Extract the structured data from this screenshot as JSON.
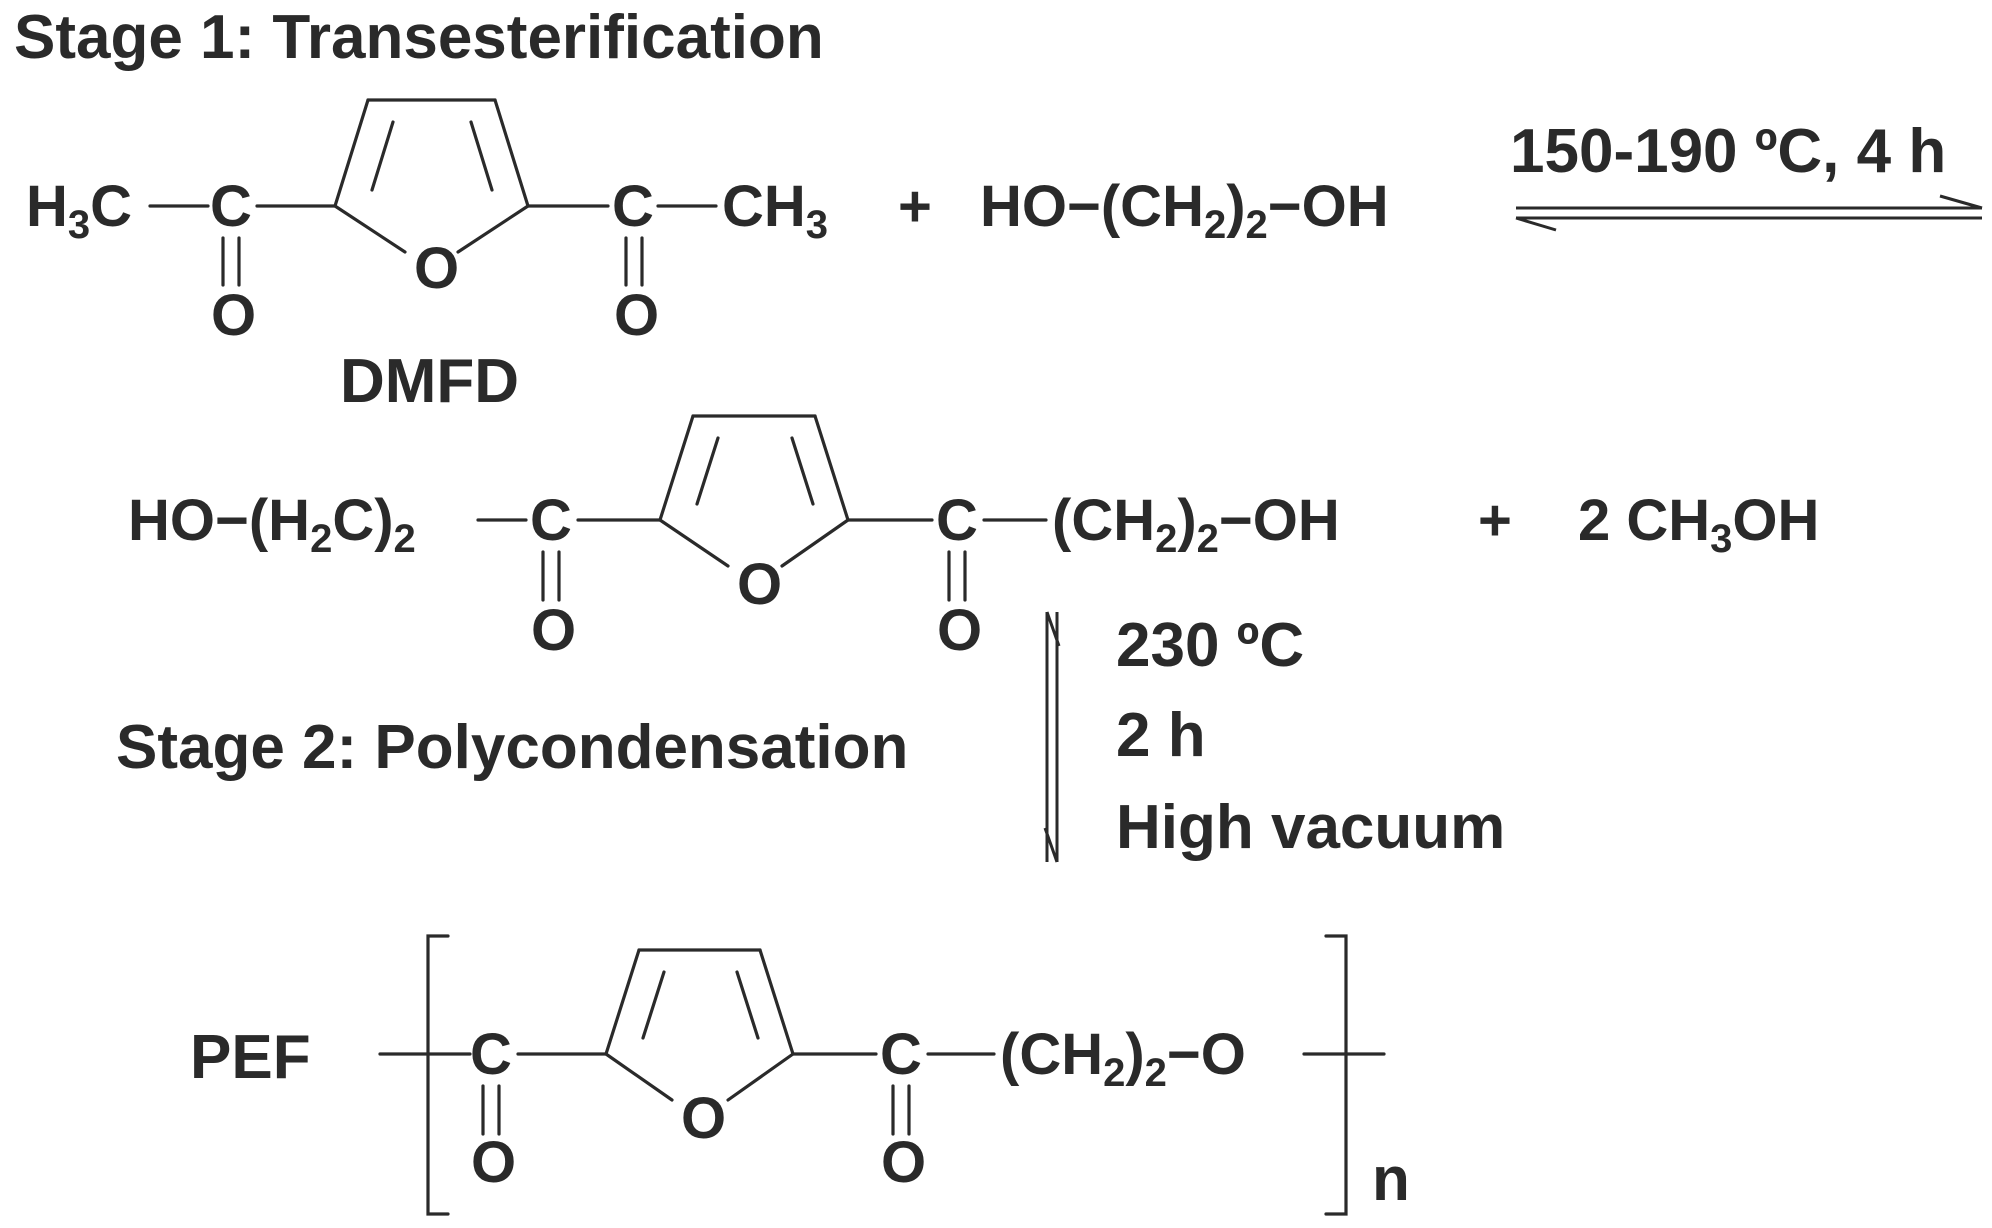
{
  "stages": {
    "stage1_title": "Stage 1: Transesterification",
    "stage2_title": "Stage 2: Polycondensation"
  },
  "reactants": {
    "dmfd": {
      "left_group": "H₃C",
      "right_group": "CH₃",
      "carbon": "C",
      "carbonyl_oxygen": "O",
      "ring_oxygen": "O",
      "name": "DMFD"
    },
    "plus": "+",
    "glycol": "HO−(CH₂)₂−OH"
  },
  "step1_conditions": "150-190 ºC, 4 h",
  "intermediate": {
    "left_group": "HO−(H₂C)₂",
    "right_group": "(CH₂)₂−OH",
    "carbon": "C",
    "carbonyl_oxygen": "O",
    "ring_oxygen": "O",
    "plus": "+",
    "byproduct": "2 CH₃OH"
  },
  "step2_conditions": {
    "temperature": "230 ºC",
    "time": "2 h",
    "pressure": "High vacuum"
  },
  "product": {
    "name": "PEF",
    "carbon": "C",
    "carbonyl_oxygen": "O",
    "ring_oxygen": "O",
    "right_group": "(CH₂)₂−O",
    "repeat_subscript": "n"
  }
}
